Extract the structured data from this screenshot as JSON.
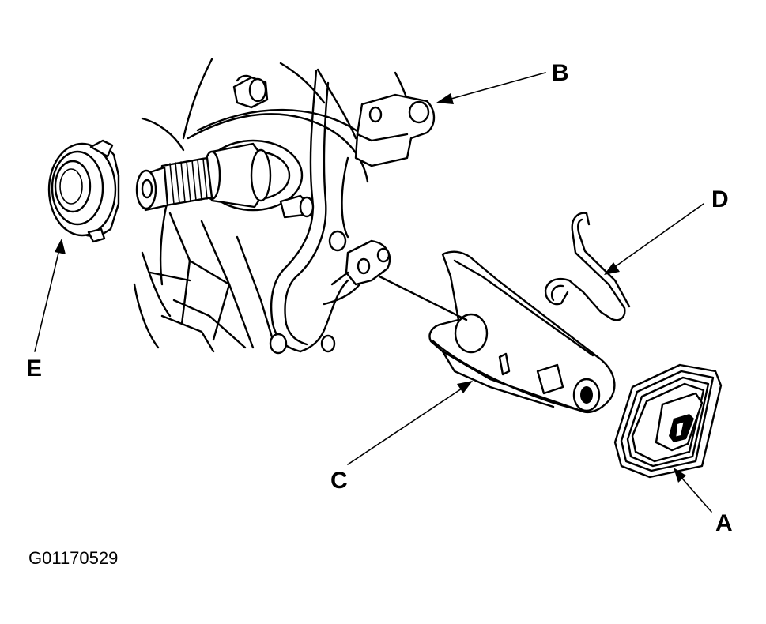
{
  "diagram": {
    "callouts": {
      "a": "A",
      "b": "B",
      "c": "C",
      "d": "D",
      "e": "E"
    },
    "figure_id": "G01170529"
  }
}
